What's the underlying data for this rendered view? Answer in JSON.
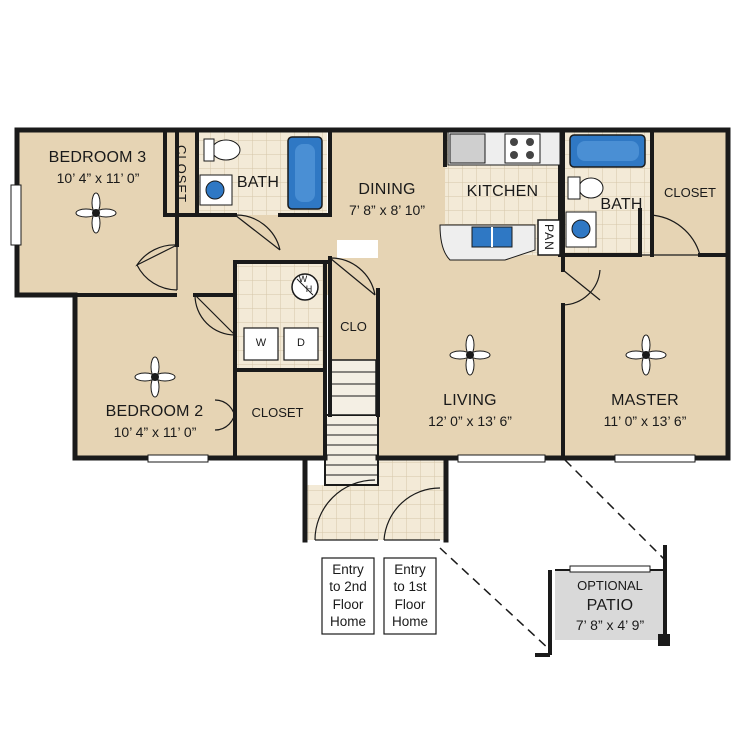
{
  "rooms": {
    "bedroom3": {
      "name": "BEDROOM 3",
      "size": "10’ 4” x 11’ 0”"
    },
    "bedroom2": {
      "name": "BEDROOM 2",
      "size": "10’ 4” x 11’ 0”"
    },
    "dining": {
      "name": "DINING",
      "size": "7’ 8” x 8’ 10”"
    },
    "living": {
      "name": "LIVING",
      "size": "12’ 0” x 13’ 6”"
    },
    "master": {
      "name": "MASTER",
      "size": "11’ 0” x 13’ 6”"
    },
    "kitchen": {
      "name": "KITCHEN"
    },
    "bath1": {
      "name": "BATH"
    },
    "bath2": {
      "name": "BATH"
    },
    "closet_bed3": {
      "name": "CLOSET"
    },
    "closet_bed2": {
      "name": "CLOSET"
    },
    "closet_master": {
      "name": "CLOSET"
    },
    "clo": {
      "name": "CLO"
    },
    "pantry": {
      "name": "PAN"
    },
    "patio": {
      "line1": "OPTIONAL",
      "line2": "PATIO",
      "size": "7’ 8” x 4’ 9”"
    }
  },
  "appliances": {
    "washer": "W",
    "dryer": "D",
    "water_heater_top": "W",
    "water_heater_bottom": "H"
  },
  "entries": {
    "second_floor": [
      "Entry",
      "to 2nd",
      "Floor",
      "Home"
    ],
    "first_floor": [
      "Entry",
      "to 1st",
      "Floor",
      "Home"
    ]
  },
  "colors": {
    "wall": "#1a1a1a",
    "floor_carpet": "#e6d4b4",
    "floor_tile": "#f3ead7",
    "floor_grid": "#d6c6a8",
    "patio": "#d9d9d9",
    "tub": "#2f78c4"
  }
}
